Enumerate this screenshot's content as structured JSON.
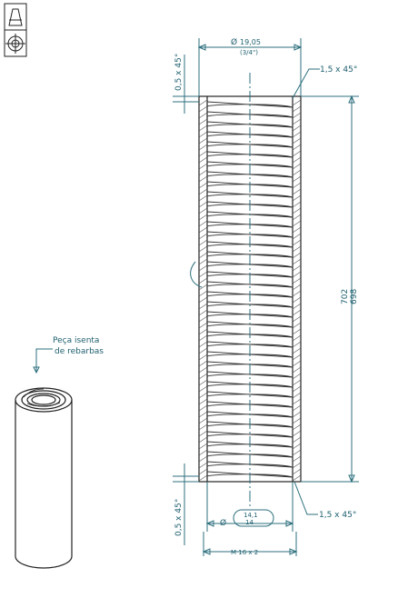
{
  "drawing": {
    "top_dimension": {
      "symbol": "Ø",
      "value": "19,05",
      "sub": "(3/4\")"
    },
    "chamfer_top": "1,5 x 45°",
    "chamfer_bottom": "1,5 x 45°",
    "left_chamfer_top": "0,5 x 45°",
    "left_chamfer_bottom": "0,5 x 45°",
    "length_max": "702",
    "length_min": "698",
    "bore": {
      "symbol": "Ø",
      "max": "14,1",
      "min": "14"
    },
    "thread": "M 16 x 2",
    "note_line1": "Peça isenta",
    "note_line2": "de rebarbas"
  }
}
